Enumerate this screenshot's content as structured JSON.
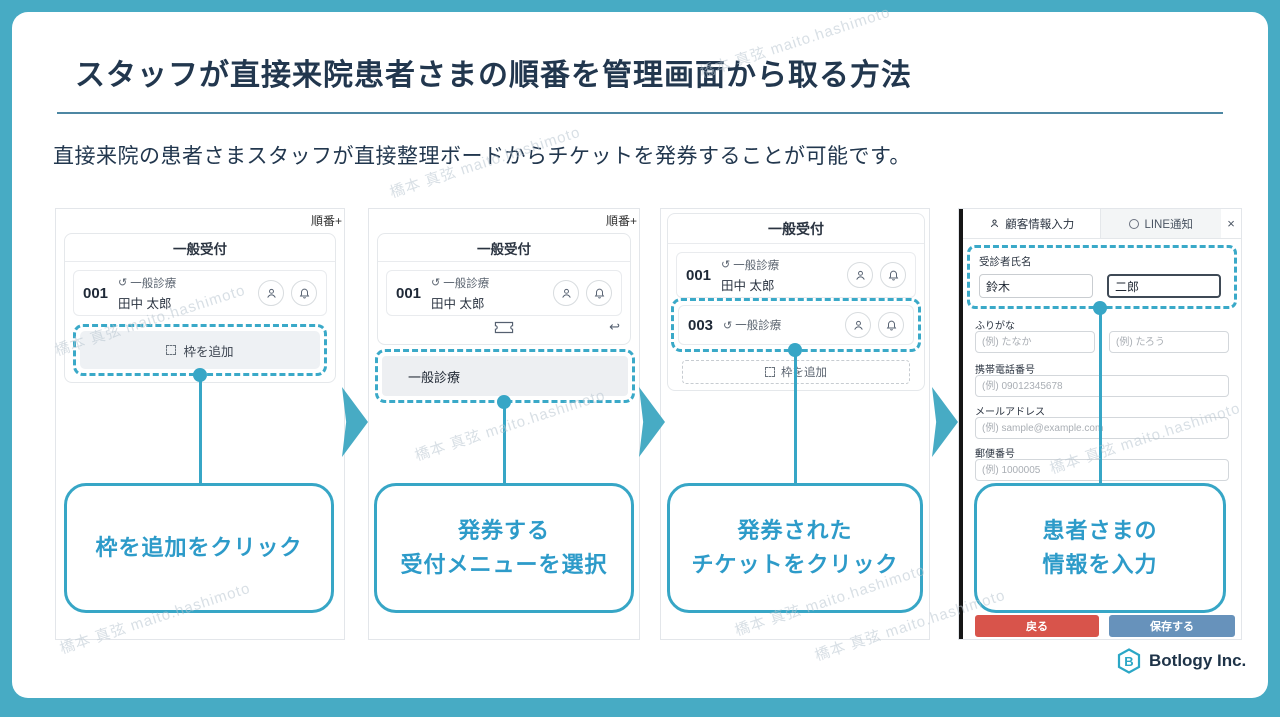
{
  "title": "スタッフが直接来院患者さまの順番を管理画面から取る方法",
  "subtitle": "直接来院の患者さまスタッフが直接整理ボードからチケットを発券することが可能です。",
  "watermark_text": "橋本 真弦 maito.hashimoto",
  "logo_text": "Botlogy Inc.",
  "colors": {
    "frame": "#47abc4",
    "accent": "#37a6c6",
    "callout_text": "#2d9bc9",
    "back_button": "#d8544b",
    "save_button": "#6792bb"
  },
  "icons": {
    "refresh": "↺",
    "undo": "↩",
    "close": "×"
  },
  "panel1": {
    "corner_label": "順番+",
    "header": "一般受付",
    "ticket": {
      "number": "001",
      "menu": "一般診療",
      "name": "田中 太郎"
    },
    "add_slot": "枠を追加",
    "callout": "枠を追加をクリック"
  },
  "panel2": {
    "corner_label": "順番+",
    "header": "一般受付",
    "ticket": {
      "number": "001",
      "menu": "一般診療",
      "name": "田中 太郎"
    },
    "menu_option": "一般診療",
    "callout_line1": "発券する",
    "callout_line2": "受付メニューを選択"
  },
  "panel3": {
    "header": "一般受付",
    "ticket1": {
      "number": "001",
      "menu": "一般診療",
      "name": "田中 太郎"
    },
    "ticket2": {
      "number": "003",
      "menu": "一般診療"
    },
    "add_slot": "枠を追加",
    "callout_line1": "発券された",
    "callout_line2": "チケットをクリック"
  },
  "panel4": {
    "tab_customer": "顧客情報入力",
    "tab_line": "LINE通知",
    "name_label": "受診者氏名",
    "name_last": "鈴木",
    "name_first": "二郎",
    "kana_label": "ふりがな",
    "kana_last_ph": "(例) たなか",
    "kana_first_ph": "(例) たろう",
    "phone_label": "携帯電話番号",
    "phone_ph": "(例) 09012345678",
    "email_label": "メールアドレス",
    "email_ph": "(例) sample@example.com",
    "zip_label": "郵便番号",
    "zip_ph": "(例) 1000005",
    "back_label": "戻る",
    "save_label": "保存する",
    "callout_line1": "患者さまの",
    "callout_line2": "情報を入力"
  }
}
